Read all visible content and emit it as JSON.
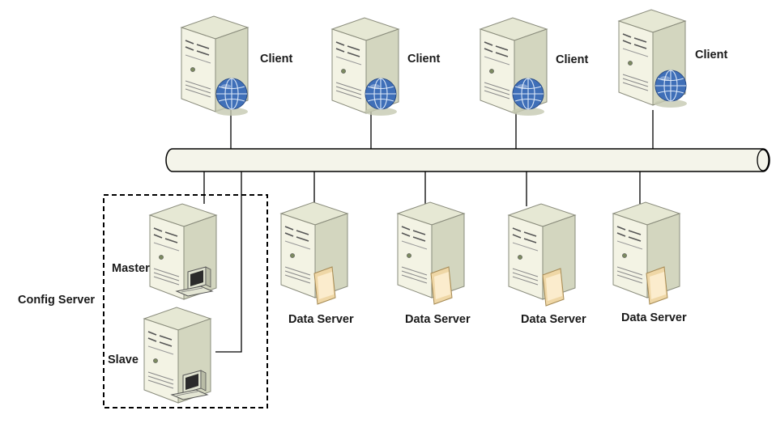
{
  "clients": [
    {
      "label": "Client"
    },
    {
      "label": "Client"
    },
    {
      "label": "Client"
    },
    {
      "label": "Client"
    }
  ],
  "data_servers": [
    {
      "label": "Data Server"
    },
    {
      "label": "Data Server"
    },
    {
      "label": "Data Server"
    },
    {
      "label": "Data Server"
    }
  ],
  "config_server": {
    "label": "Config Server",
    "master_label": "Master",
    "slave_label": "Slave"
  },
  "colors": {
    "server_front": "#f3f3e4",
    "server_side": "#d6d9c2",
    "server_top": "#e6e8d4",
    "outline": "#8a8c7c",
    "globe": "#3f6fb8",
    "bus_fill": "#f4f4ea",
    "line": "#000000"
  }
}
